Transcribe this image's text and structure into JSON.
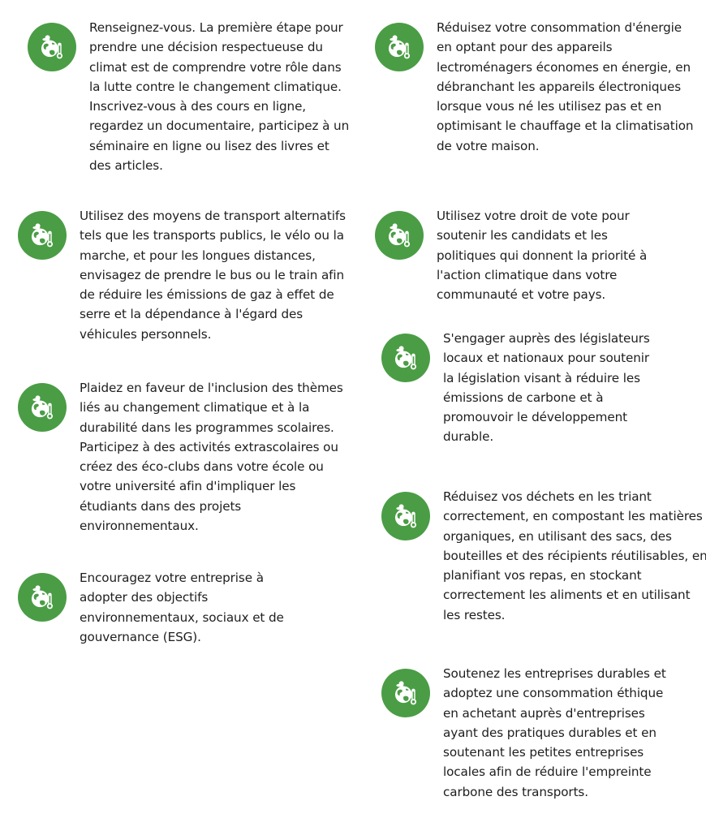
{
  "colors": {
    "icon_bg": "#4a9d45",
    "icon_fg": "#ffffff",
    "text": "#1e1e1e"
  },
  "icon": "earth-thermometer-icon",
  "left_column": [
    {
      "text": "Renseignez-vous. La première étape pour prendre une décision respectueuse du climat est de comprendre votre rôle dans la lutte contre le changement climatique. Inscrivez-vous à des cours en ligne, regardez un documentaire, participez à un séminaire en ligne ou lisez des livres et des articles."
    },
    {
      "text": "Utilisez des moyens de transport alternatifs tels que les transports publics, le vélo ou la marche, et pour les longues distances, envisagez de prendre le bus ou le train afin de réduire les émissions de gaz à effet de serre et la dépendance à l'égard des véhicules personnels."
    },
    {
      "text": "Plaidez en faveur de l'inclusion des thèmes liés au changement climatique et à la durabilité dans les programmes scolaires. Participez à des activités extrascolaires ou créez des éco-clubs dans votre école ou votre université afin d'impliquer les étudiants dans des projets environnementaux."
    },
    {
      "text": "Encouragez votre entreprise à adopter des objectifs environnementaux, sociaux et de gouvernance (ESG)."
    }
  ],
  "right_column": [
    {
      "text": "Réduisez votre consommation d'énergie en optant pour des appareils lectroménagers économes en énergie, en débranchant les appareils électroniques lorsque vous né les utilisez pas et en optimisant le chauffage et la climatisation de votre maison."
    },
    {
      "text": "Utilisez votre droit de vote pour soutenir les candidats et les politiques qui donnent la priorité à l'action climatique dans votre communauté et votre pays."
    },
    {
      "text": "S'engager auprès des législateurs locaux et nationaux pour soutenir la législation visant à réduire les émissions de carbone et à promouvoir le développement durable."
    },
    {
      "text": "Réduisez vos déchets en les triant correctement, en compostant les matières organiques, en utilisant des sacs, des bouteilles et des récipients réutilisables, en planifiant vos repas, en stockant correctement les aliments et en utilisant les restes."
    },
    {
      "text": "Soutenez les entreprises durables et adoptez une consommation éthique en achetant auprès d'entreprises ayant des pratiques durables et en soutenant les petites entreprises locales afin de réduire l'empreinte carbone des transports."
    }
  ]
}
